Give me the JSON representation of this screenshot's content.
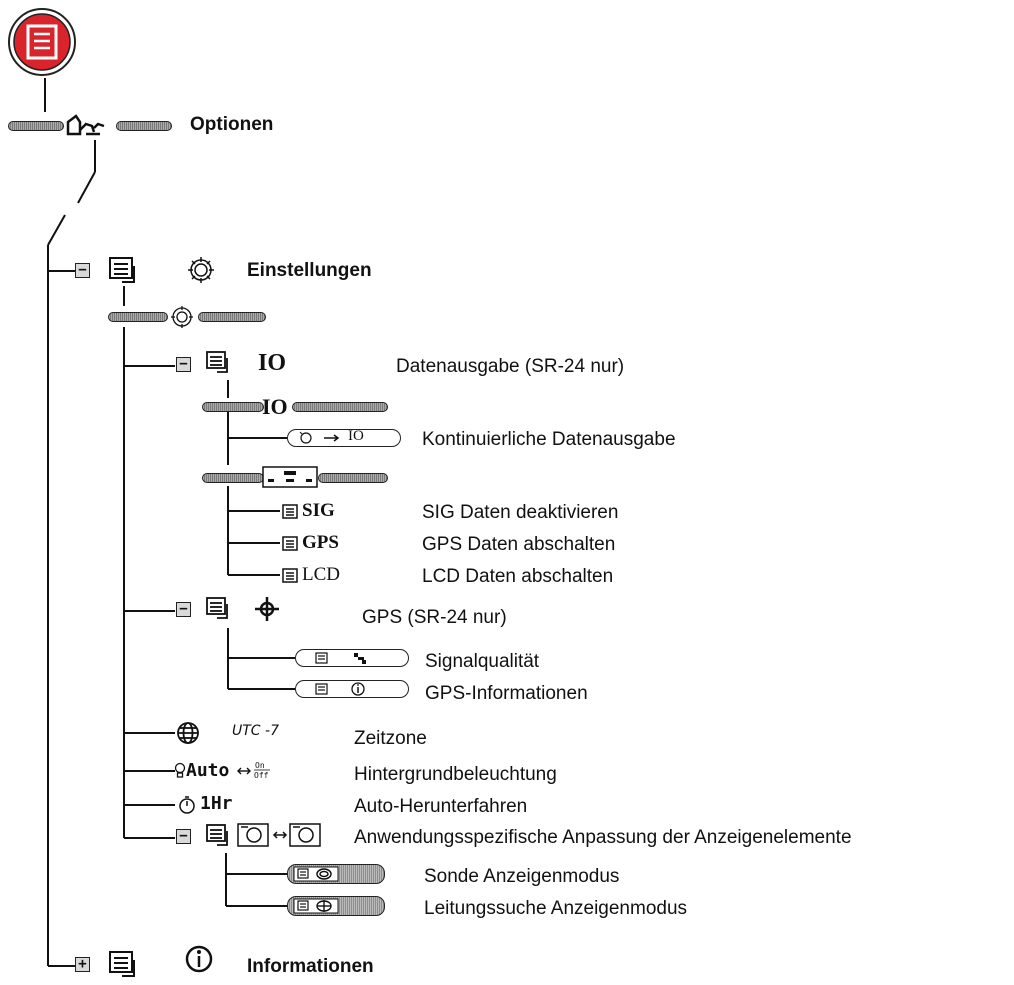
{
  "root": {
    "title": "Optionen"
  },
  "settings": {
    "title": "Einstellungen",
    "data_output": {
      "title": "Datenausgabe (SR-24 nur)",
      "io_icon_text": "IO",
      "continuous_label": "Kontinuierliche Datenausgabe",
      "sig": {
        "tag": "SIG",
        "label": "SIG Daten deaktivieren"
      },
      "gps": {
        "tag": "GPS",
        "label": "GPS Daten abschalten"
      },
      "lcd": {
        "tag": "LCD",
        "label": "LCD Daten abschalten"
      }
    },
    "gps_menu": {
      "title": "GPS (SR-24 nur)",
      "signal_label": "Signalqualität",
      "info_label": "GPS-Informationen"
    },
    "timezone": {
      "value": "UTC -7",
      "label": "Zeitzone"
    },
    "backlight": {
      "value": "Auto",
      "label": "Hintergrundbeleuchtung"
    },
    "shutdown": {
      "value": "1Hr",
      "label": "Auto-Herunterfahren"
    },
    "display": {
      "title": "Anwendungsspezifische Anpassung der Anzeigenelemente",
      "sonde_label": "Sonde Anzeigenmodus",
      "line_label": "Leitungssuche Anzeigenmodus"
    }
  },
  "information": {
    "title": "Informationen"
  },
  "colors": {
    "menu_red": "#d9242b",
    "gray": "#9a9a9a"
  }
}
